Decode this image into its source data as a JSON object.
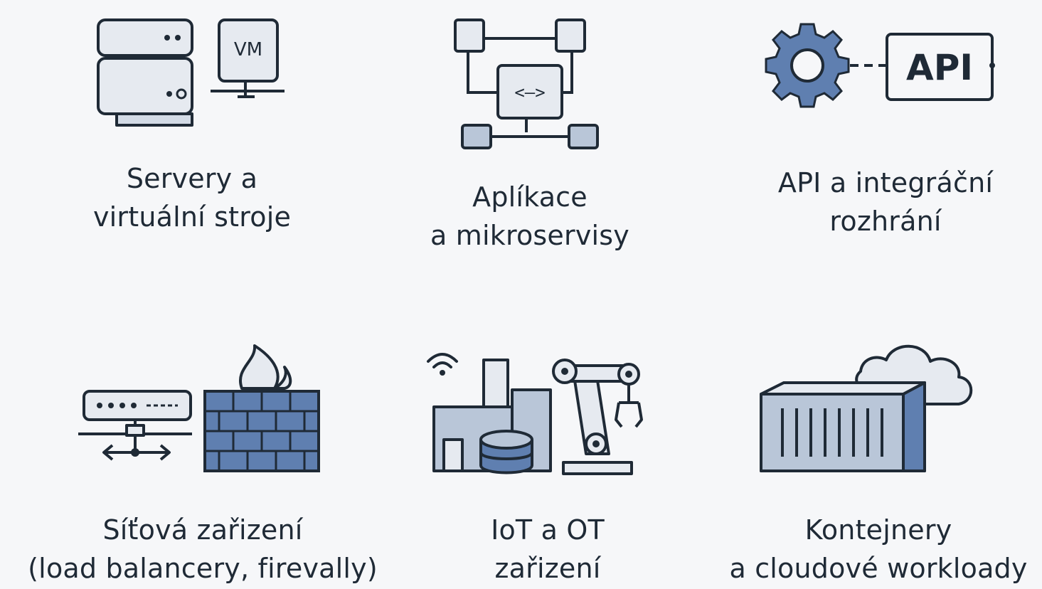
{
  "items": [
    {
      "icon": "server-vm-icon",
      "line1": "Servery a",
      "line2": "virtuální stroje",
      "vm_label": "VM"
    },
    {
      "icon": "application-microservices-icon",
      "line1": "Aplíkace",
      "line2": "a mikroservisy",
      "code_label": "<–>"
    },
    {
      "icon": "gear-api-icon",
      "line1": "API a integráční",
      "line2": "rozhrání",
      "api_label": "API"
    },
    {
      "icon": "network-firewall-icon",
      "line1": "Síťová zařizení",
      "line2": "(load balancery, firevally)"
    },
    {
      "icon": "iot-ot-factory-icon",
      "line1": "IoT a OT",
      "line2": "zařizení"
    },
    {
      "icon": "container-cloud-icon",
      "line1": "Kontejnery",
      "line2": "a cloudové workloady"
    }
  ],
  "colors": {
    "stroke": "#1f2a36",
    "fill_light": "#e6eaf0",
    "fill_mid": "#b9c6d8",
    "fill_blue": "#5f7fb0",
    "background": "#f6f7f9"
  }
}
